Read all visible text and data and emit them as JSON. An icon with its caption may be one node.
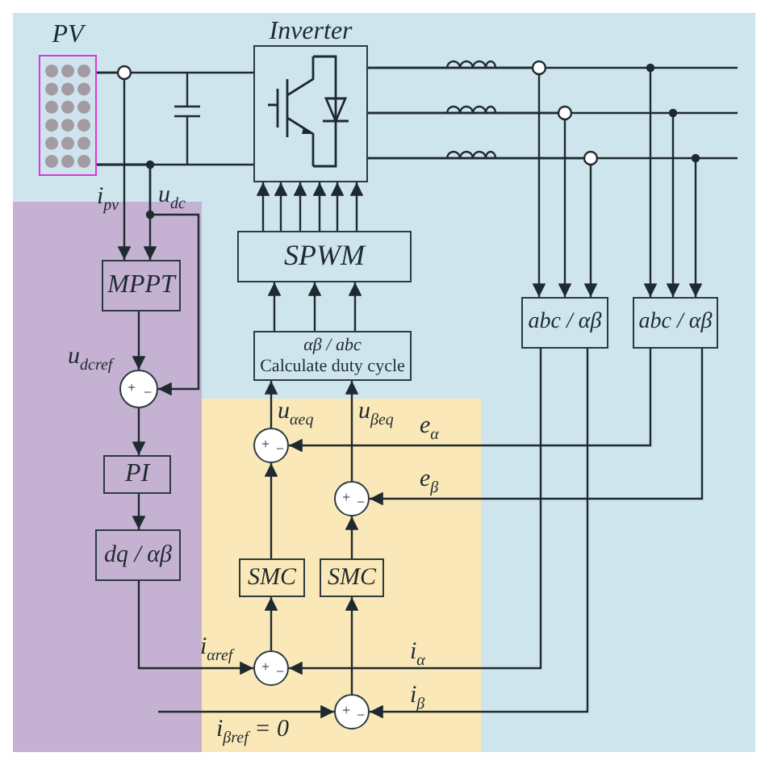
{
  "diagram": {
    "nodes": [
      {
        "text": [
          "PV"
        ]
      },
      {
        "text": [
          "Inverter"
        ]
      },
      {
        "text": [
          "SPWM"
        ]
      },
      {
        "text": [
          "αβ / abc",
          "Calculate duty cycle"
        ]
      },
      {
        "text": [
          "MPPT"
        ]
      },
      {
        "text": [
          "+",
          "−"
        ]
      },
      {
        "text": [
          "PI"
        ]
      },
      {
        "text": [
          "dq / αβ"
        ]
      },
      {
        "text": [
          "+",
          "−"
        ]
      },
      {
        "text": [
          "+",
          "−"
        ]
      },
      {
        "text": [
          "SMC"
        ]
      },
      {
        "text": [
          "SMC"
        ]
      },
      {
        "text": [
          "+",
          "−"
        ]
      },
      {
        "text": [
          "+",
          "−"
        ]
      },
      {
        "text": [
          "abc / αβ"
        ]
      },
      {
        "text": [
          "abc / αβ"
        ]
      }
    ],
    "edges": [
      {
        "from": 0,
        "to": 1,
        "arrow": "none"
      },
      {
        "from": 0,
        "to": 1,
        "arrow": "none"
      },
      {
        "from": 0,
        "to": 4,
        "arrow": "to",
        "label": "i$_{pv}$"
      },
      {
        "from": 0,
        "to": 4,
        "arrow": "to",
        "label": "u$_{dc}$"
      },
      {
        "from": 0,
        "to": 5,
        "arrow": "to"
      },
      {
        "from": 4,
        "to": 5,
        "arrow": "to",
        "label": "u$_{dcref}$"
      },
      {
        "from": 5,
        "to": 6,
        "arrow": "to"
      },
      {
        "from": 6,
        "to": 7,
        "arrow": "to"
      },
      {
        "from": 7,
        "to": 12,
        "arrow": "to",
        "label": "i$_{αref}$"
      },
      {
        "from": 12,
        "to": 10,
        "arrow": "to"
      },
      {
        "from": 10,
        "to": 8,
        "arrow": "to"
      },
      {
        "from": 8,
        "to": 3,
        "arrow": "to",
        "label": "u$_{αeq}$"
      },
      {
        "from": 13,
        "to": 11,
        "arrow": "to"
      },
      {
        "from": 11,
        "to": 9,
        "arrow": "to"
      },
      {
        "from": 9,
        "to": 3,
        "arrow": "to",
        "label": "u$_{βeq}$"
      },
      {
        "from": 3,
        "to": 2,
        "arrow": "to"
      },
      {
        "from": 3,
        "to": 2,
        "arrow": "to"
      },
      {
        "from": 3,
        "to": 2,
        "arrow": "to"
      },
      {
        "from": 2,
        "to": 1,
        "arrow": "to"
      },
      {
        "from": 2,
        "to": 1,
        "arrow": "to"
      },
      {
        "from": 2,
        "to": 1,
        "arrow": "to"
      },
      {
        "from": 2,
        "to": 1,
        "arrow": "to"
      },
      {
        "from": 2,
        "to": 1,
        "arrow": "to"
      },
      {
        "from": 2,
        "to": 1,
        "arrow": "to"
      },
      {
        "from": 1,
        "to": 14,
        "arrow": "to"
      },
      {
        "from": 1,
        "to": 14,
        "arrow": "to"
      },
      {
        "from": 1,
        "to": 14,
        "arrow": "to"
      },
      {
        "from": 1,
        "to": 15,
        "arrow": "to"
      },
      {
        "from": 1,
        "to": 15,
        "arrow": "to"
      },
      {
        "from": 1,
        "to": 15,
        "arrow": "to"
      },
      {
        "from": 14,
        "to": 12,
        "arrow": "to",
        "label": "i$_{α}$"
      },
      {
        "from": 14,
        "to": 13,
        "arrow": "to",
        "label": "i$_{β}$"
      },
      {
        "from": 15,
        "to": 8,
        "arrow": "to",
        "label": "e$_{α}$"
      },
      {
        "from": 15,
        "to": 9,
        "arrow": "to",
        "label": "e$_{β}$"
      },
      {
        "from": null,
        "to": 13,
        "arrow": "to",
        "label": "i$_{βref}$ = 0"
      }
    ]
  }
}
